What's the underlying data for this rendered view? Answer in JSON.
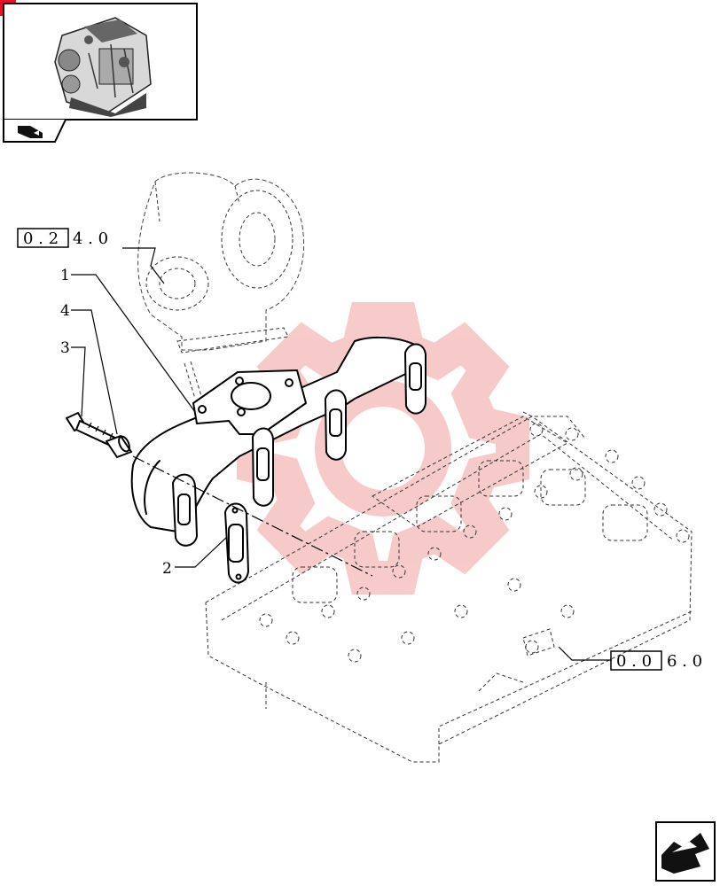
{
  "references": {
    "turbo_ref": {
      "boxed": "0 . 2",
      "rest": "4 . 0"
    },
    "head_ref": {
      "boxed": "0 . 0",
      "rest": "6 . 0"
    }
  },
  "callouts": {
    "c1": "1",
    "c2": "2",
    "c3": "3",
    "c4": "4"
  },
  "watermark": {
    "color": "#f2a0a0",
    "text_color": "#d9d9d9"
  },
  "icons": {
    "thumbnail": "engine-thumbnail-icon",
    "nav_previous": "arrow-left-icon",
    "nav_next": "arrow-next-icon"
  }
}
